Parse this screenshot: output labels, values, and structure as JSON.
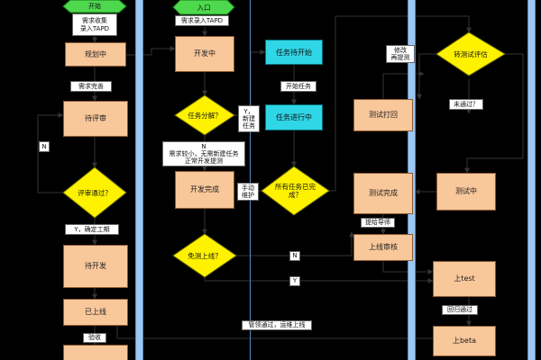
{
  "nodes": {
    "start_left": "开始",
    "start_mid": "入口",
    "req_collect": "需求收集\n录入TAPD",
    "req_entry": "需求录入TAPD",
    "planning": "规划中",
    "dev_in_progress": "开发中",
    "task_start": "任务待开始",
    "pending_review": "待评审",
    "task_split": "任务分解？",
    "task_in_progress": "任务进行中",
    "review_passed": "评审通过？",
    "dev_done": "开发完成",
    "all_tasks_done": "所有任务已完\n成？",
    "to_dev": "待开发",
    "self_test": "免测上线？",
    "online": "已上线",
    "acceptance_box": "",
    "to_test_eval": "转测试评估",
    "test_reject": "测试打回",
    "testing": "测试中",
    "test_done": "测试完成",
    "online_review": "上线审核",
    "on_test": "上test",
    "on_beta": "上beta"
  },
  "labels": {
    "req_done": "需求完善",
    "n_review": "N",
    "y_review": "Y，确定工期",
    "y_split": "Y，\n新建\n任务",
    "n_split": "N\n需求较小，无需新建任务\n正常开发提测",
    "start_task": "开始任务",
    "manual_maintain": "手动\n维护",
    "modify_retest": "修改\n再提测",
    "not_passed": "未通过？",
    "submit_release": "提给导师",
    "n_self_test": "N",
    "y_self_test": "Y",
    "regression_passed": "回归通过",
    "gray_passed": "管领通过，运维上线",
    "acceptance": "验收"
  },
  "colors": {
    "process_fill": "#f8c79a",
    "start_fill": "#4ed84e",
    "task_fill": "#2fd6e6",
    "decision_fill": "#fff200",
    "lane_bar": "#9fc6ef",
    "background": "#000000"
  }
}
